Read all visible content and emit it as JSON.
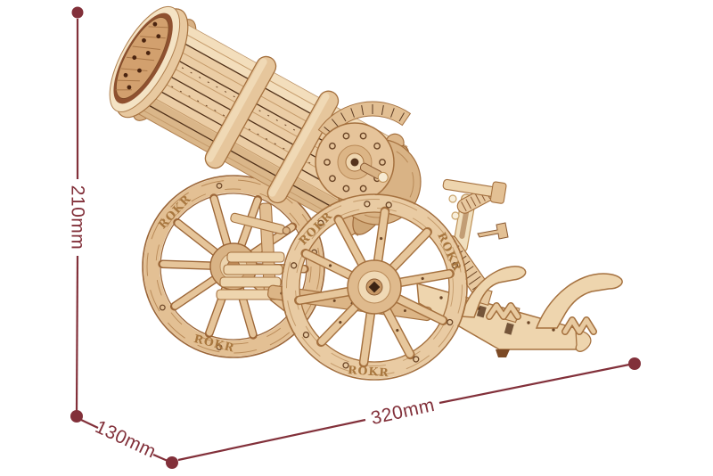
{
  "product": {
    "brand_engraving": "ROKR"
  },
  "dimensions": {
    "height_label": "210mm",
    "depth_label": "130mm",
    "width_label": "320mm",
    "annotation_color": "#82303a"
  },
  "palette": {
    "background": "#ffffff",
    "wood_light": "#eed5ae",
    "wood_mid": "#e2bf93",
    "wood_dark": "#c79866",
    "wood_edge": "#a5713f",
    "wood_deep": "#7c4a26",
    "engrave_dark": "#55341d",
    "cream": "#f6ead2",
    "muzzle_face": "#d2a06e",
    "muzzle_ring": "#8f5130"
  }
}
